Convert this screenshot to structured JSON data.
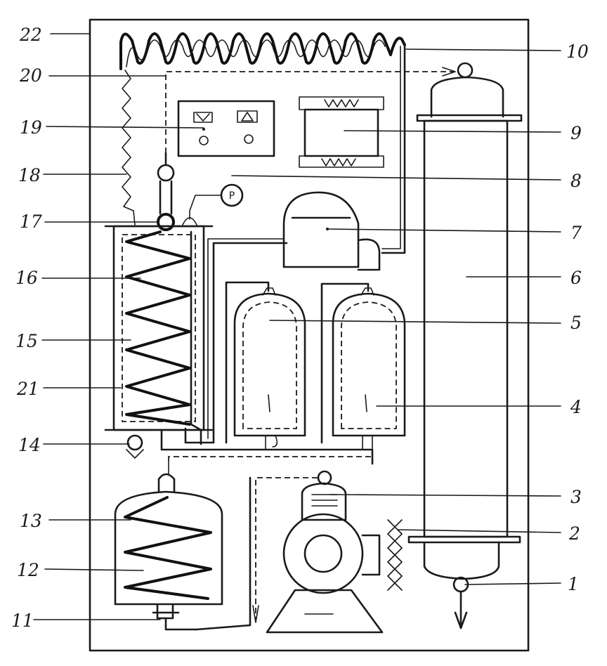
{
  "diagram": {
    "pressure_gauge_symbol": "P",
    "labels": {
      "n1": "1",
      "n2": "2",
      "n3": "3",
      "n4": "4",
      "n5": "5",
      "n6": "6",
      "n7": "7",
      "n8": "8",
      "n9": "9",
      "n10": "10",
      "n11": "11",
      "n12": "12",
      "n13": "13",
      "n14": "14",
      "n15": "15",
      "n16": "16",
      "n17": "17",
      "n18": "18",
      "n19": "19",
      "n20": "20",
      "n21": "21",
      "n22": "22"
    }
  }
}
